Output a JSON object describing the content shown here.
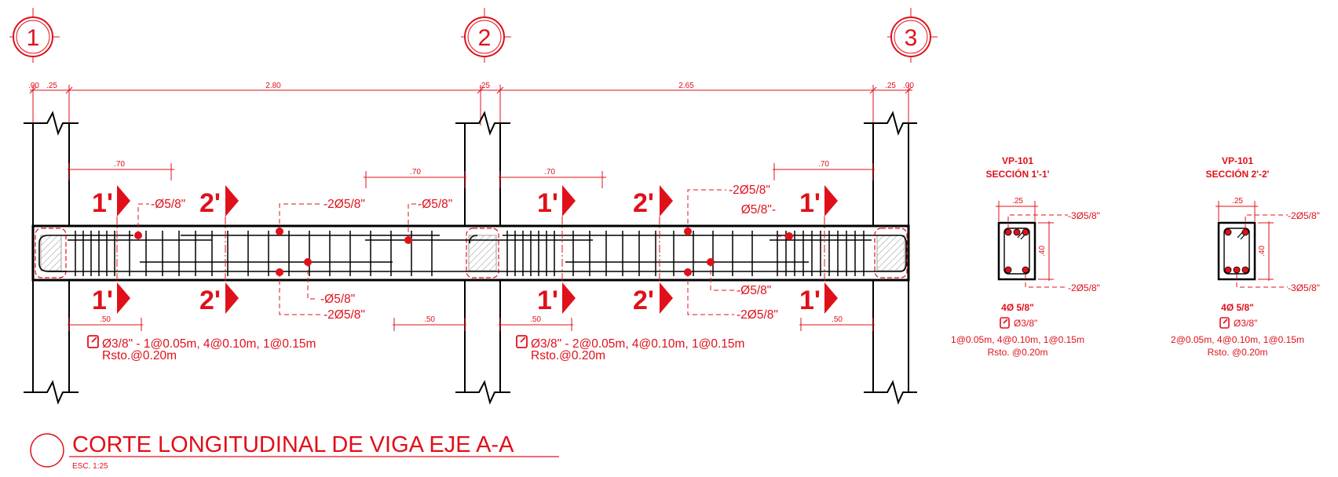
{
  "colors": {
    "accent": "#e0101a",
    "line": "#000000",
    "hatch": "#8a8a8a"
  },
  "axes": [
    "1",
    "2",
    "3"
  ],
  "dims": {
    "top": [
      ".00",
      ".25",
      "2.80",
      ".25",
      "2.65",
      ".25",
      ".00"
    ],
    "upper": [
      ".70",
      ".70",
      ".70",
      ".70"
    ],
    "lower": [
      ".50",
      ".50",
      ".50",
      ".50"
    ]
  },
  "cuts": {
    "section1": "1'",
    "section2": "2'"
  },
  "bar_labels": {
    "s1_top_left": "-Ø5/8\"",
    "s1_top_mid": "-2Ø5/8\"",
    "s1_top_right": "-Ø5/8\"",
    "s1_bot_a": "-Ø5/8\"",
    "s1_bot_b": "-2Ø5/8\"",
    "s2_top_mid": "-2Ø5/8\"",
    "s2_top_right": "Ø5/8\"-",
    "s2_bot_a": "-Ø5/8\"",
    "s2_bot_b": "-2Ø5/8\""
  },
  "stirrup_notes": {
    "span1": {
      "line1": "Ø3/8\" - 1@0.05m, 4@0.10m, 1@0.15m",
      "line2": "Rsto.@0.20m"
    },
    "span2": {
      "line1": "Ø3/8\" - 2@0.05m, 4@0.10m, 1@0.15m",
      "line2": "Rsto.@0.20m"
    }
  },
  "sections": [
    {
      "code": "VP-101",
      "name": "SECCIÓN 1'-1'",
      "width": ".25",
      "height": ".40",
      "top_bars": "-3Ø5/8\"",
      "bottom_bars": "-2Ø5/8\"",
      "main": "4Ø 5/8\"",
      "stirrup": "Ø3/8\"",
      "dist": "1@0.05m, 4@0.10m, 1@0.15m",
      "rest": "Rsto. @0.20m"
    },
    {
      "code": "VP-101",
      "name": "SECCIÓN 2'-2'",
      "width": ".25",
      "height": ".40",
      "top_bars": "-2Ø5/8\"",
      "bottom_bars": "-3Ø5/8\"",
      "main": "4Ø 5/8\"",
      "stirrup": "Ø3/8\"",
      "dist": "2@0.05m, 4@0.10m, 1@0.15m",
      "rest": "Rsto. @0.20m"
    }
  ],
  "title": {
    "main": "CORTE LONGITUDINAL DE VIGA EJE A-A",
    "scale": "ESC. 1:25"
  }
}
